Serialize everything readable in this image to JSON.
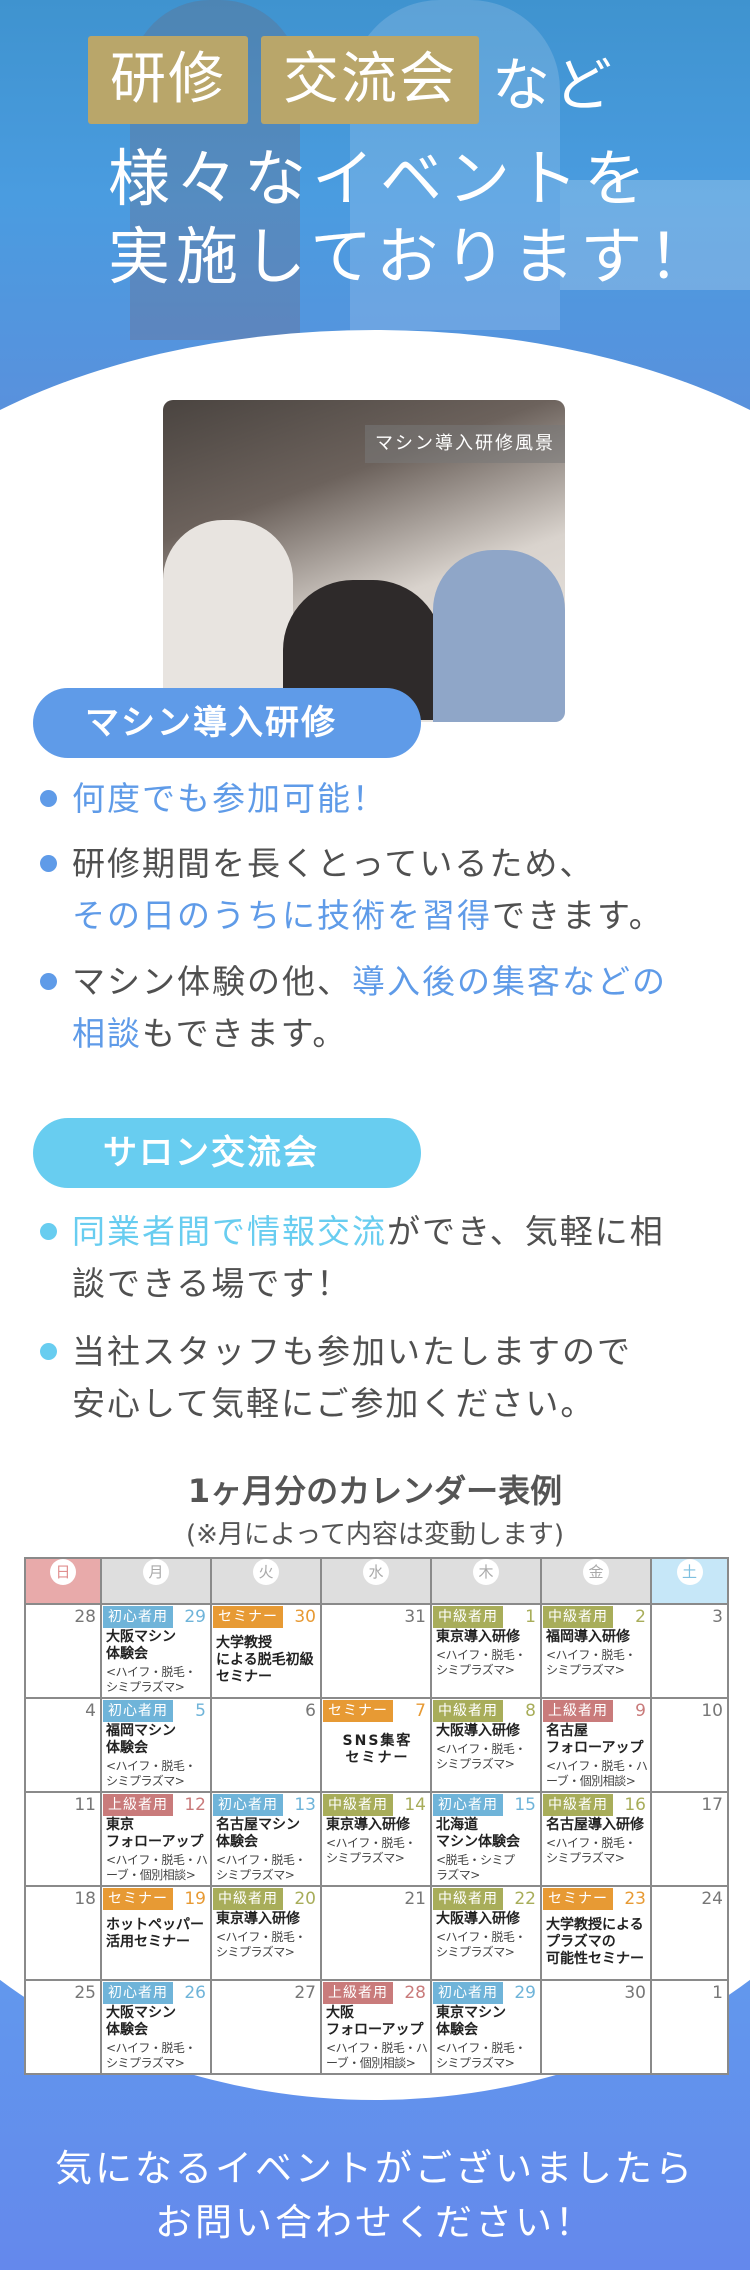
{
  "hero": {
    "tag1": "研修",
    "tag2": "交流会",
    "tag_suffix": "など",
    "line2": "様々なイベントを",
    "line3": "実施しております！"
  },
  "photo": {
    "caption": "マシン導入研修風景"
  },
  "colors": {
    "primary": "#5f9be8",
    "secondary": "#68cdf0",
    "gold": "#b9a66a",
    "beginner": "#6fb4d9",
    "intermediate": "#a8ad5a",
    "advanced": "#c97b7b",
    "seminar": "#e79a34"
  },
  "sections": [
    {
      "title": "マシン導入研修",
      "bullets": [
        [
          {
            "t": "何度でも参加可能！",
            "hl": true
          }
        ],
        [
          {
            "t": "研修期間を長くとっているため、\n",
            "hl": false
          },
          {
            "t": "その日のうちに技術を習得",
            "hl": true
          },
          {
            "t": "できます。",
            "hl": false
          }
        ],
        [
          {
            "t": "マシン体験の他、",
            "hl": false
          },
          {
            "t": "導入後の集客などの\n相談",
            "hl": true
          },
          {
            "t": "もできます。",
            "hl": false
          }
        ]
      ]
    },
    {
      "title": "サロン交流会",
      "bullets": [
        [
          {
            "t": "同業者間で情報交流",
            "hl": true
          },
          {
            "t": "ができ、気軽に相\n談できる場です！",
            "hl": false
          }
        ],
        [
          {
            "t": "当社スタッフも参加いたしますので\n安心して気軽にご参加ください。",
            "hl": false
          }
        ]
      ]
    }
  ],
  "calendar": {
    "title": "1ヶ月分のカレンダー表例",
    "subtitle": "(※月によって内容は変動します)",
    "weekdays": [
      "日",
      "月",
      "火",
      "水",
      "木",
      "金",
      "土"
    ],
    "tag_labels": {
      "beginner": "初心者用",
      "intermediate": "中級者用",
      "advanced": "上級者用",
      "seminar": "セミナー"
    },
    "weeks": [
      [
        {
          "day": "28"
        },
        {
          "day": "29",
          "type": "beginner",
          "title": "大阪マシン\n体験会",
          "detail": "<ハイフ・脱毛・\nシミプラズマ>"
        },
        {
          "day": "30",
          "type": "seminar",
          "title": "大学教授\nによる脱毛初級\nセミナー"
        },
        {
          "day": "31"
        },
        {
          "day": "1",
          "type": "intermediate",
          "title": "東京導入研修",
          "detail": "<ハイフ・脱毛・\nシミプラズマ>"
        },
        {
          "day": "2",
          "type": "intermediate",
          "title": "福岡導入研修",
          "detail": "<ハイフ・脱毛・\nシミプラズマ>"
        },
        {
          "day": "3"
        }
      ],
      [
        {
          "day": "4"
        },
        {
          "day": "5",
          "type": "beginner",
          "title": "福岡マシン\n体験会",
          "detail": "<ハイフ・脱毛・\nシミプラズマ>"
        },
        {
          "day": "6"
        },
        {
          "day": "7",
          "type": "seminar",
          "title": "SNS集客\nセミナー",
          "center": true
        },
        {
          "day": "8",
          "type": "intermediate",
          "title": "大阪導入研修",
          "detail": "<ハイフ・脱毛・\nシミプラズマ>"
        },
        {
          "day": "9",
          "type": "advanced",
          "title": "名古屋\nフォローアップ",
          "detail": "<ハイフ・脱毛・ハ\nーブ・個別相談>"
        },
        {
          "day": "10"
        }
      ],
      [
        {
          "day": "11"
        },
        {
          "day": "12",
          "type": "advanced",
          "title": "東京\nフォローアップ",
          "detail": "<ハイフ・脱毛・ハ\nーブ・個別相談>"
        },
        {
          "day": "13",
          "type": "beginner",
          "title": "名古屋マシン\n体験会",
          "detail": "<ハイフ・脱毛・\nシミプラズマ>"
        },
        {
          "day": "14",
          "type": "intermediate",
          "title": "東京導入研修",
          "detail": "<ハイフ・脱毛・\nシミプラズマ>"
        },
        {
          "day": "15",
          "type": "beginner",
          "title": "北海道\nマシン体験会",
          "detail": "<脱毛・シミプ\nラズマ>"
        },
        {
          "day": "16",
          "type": "intermediate",
          "title": "名古屋導入研修",
          "detail": "<ハイフ・脱毛・\nシミプラズマ>"
        },
        {
          "day": "17"
        }
      ],
      [
        {
          "day": "18"
        },
        {
          "day": "19",
          "type": "seminar",
          "title": "ホットペッパー\n活用セミナー"
        },
        {
          "day": "20",
          "type": "intermediate",
          "title": "東京導入研修",
          "detail": "<ハイフ・脱毛・\nシミプラズマ>"
        },
        {
          "day": "21"
        },
        {
          "day": "22",
          "type": "intermediate",
          "title": "大阪導入研修",
          "detail": "<ハイフ・脱毛・\nシミプラズマ>"
        },
        {
          "day": "23",
          "type": "seminar",
          "title": "大学教授による\nプラズマの\n可能性セミナー"
        },
        {
          "day": "24"
        }
      ],
      [
        {
          "day": "25"
        },
        {
          "day": "26",
          "type": "beginner",
          "title": "大阪マシン\n体験会",
          "detail": "<ハイフ・脱毛・\nシミプラズマ>"
        },
        {
          "day": "27"
        },
        {
          "day": "28",
          "type": "advanced",
          "title": "大阪\nフォローアップ",
          "detail": "<ハイフ・脱毛・ハ\nーブ・個別相談>"
        },
        {
          "day": "29",
          "type": "beginner",
          "title": "東京マシン\n体験会",
          "detail": "<ハイフ・脱毛・\nシミプラズマ>"
        },
        {
          "day": "30"
        },
        {
          "day": "1"
        }
      ]
    ]
  },
  "cta": {
    "line1": "気になるイベントがございましたら",
    "line2": "お問い合わせください！"
  }
}
